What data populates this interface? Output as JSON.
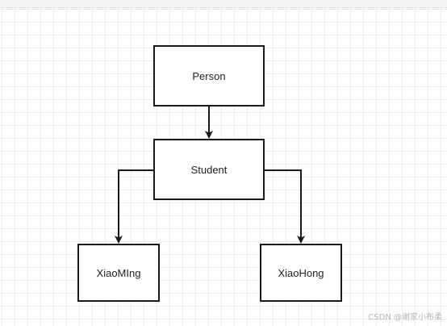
{
  "diagram": {
    "nodes": [
      {
        "id": "person",
        "label": "Person"
      },
      {
        "id": "student",
        "label": "Student"
      },
      {
        "id": "xiaoming",
        "label": "XiaoMIng"
      },
      {
        "id": "xiaohong",
        "label": "XiaoHong"
      }
    ],
    "edges": [
      {
        "from": "person",
        "to": "student"
      },
      {
        "from": "student",
        "to": "xiaoming"
      },
      {
        "from": "student",
        "to": "xiaohong"
      }
    ]
  },
  "watermark": "CSDN @谢家小布柔",
  "colors": {
    "stroke": "#1a1a1a",
    "grid": "#ececec",
    "background": "#ffffff"
  }
}
